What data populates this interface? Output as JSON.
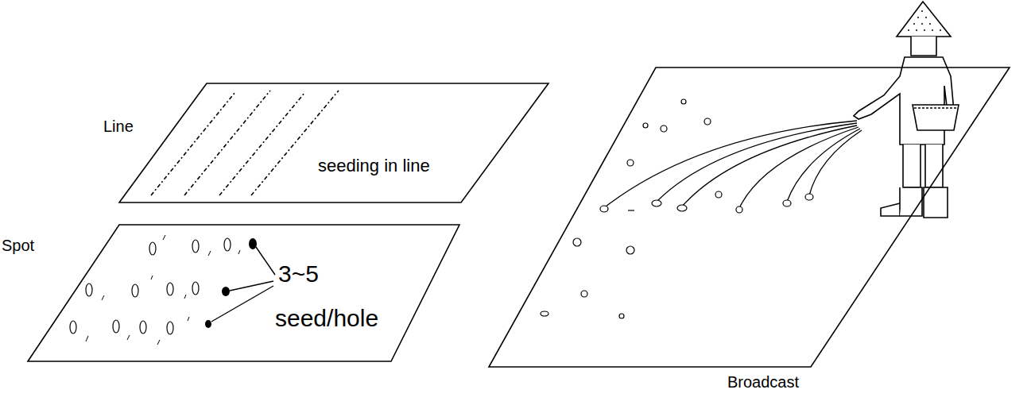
{
  "diagram": {
    "nodes": [
      {
        "text": [
          "Line",
          "seeding in line"
        ]
      },
      {
        "text": [
          "Spot",
          "3~5",
          "seed/hole"
        ]
      },
      {
        "text": [
          "Broadcast"
        ]
      }
    ]
  }
}
